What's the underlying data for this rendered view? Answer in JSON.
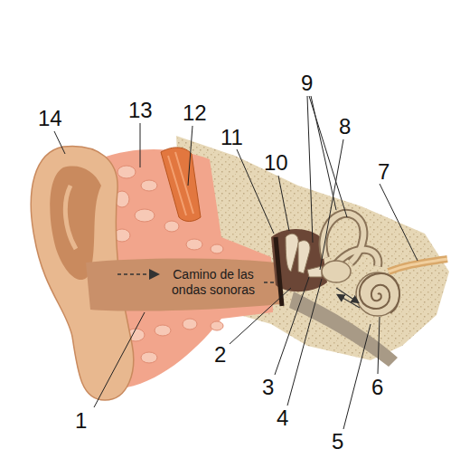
{
  "diagram": {
    "labels": [
      "14",
      "13",
      "12",
      "11",
      "10",
      "9",
      "8",
      "7",
      "Camino de las ondas sonoras",
      "2",
      "3",
      "4",
      "6",
      "5",
      "1"
    ]
  }
}
